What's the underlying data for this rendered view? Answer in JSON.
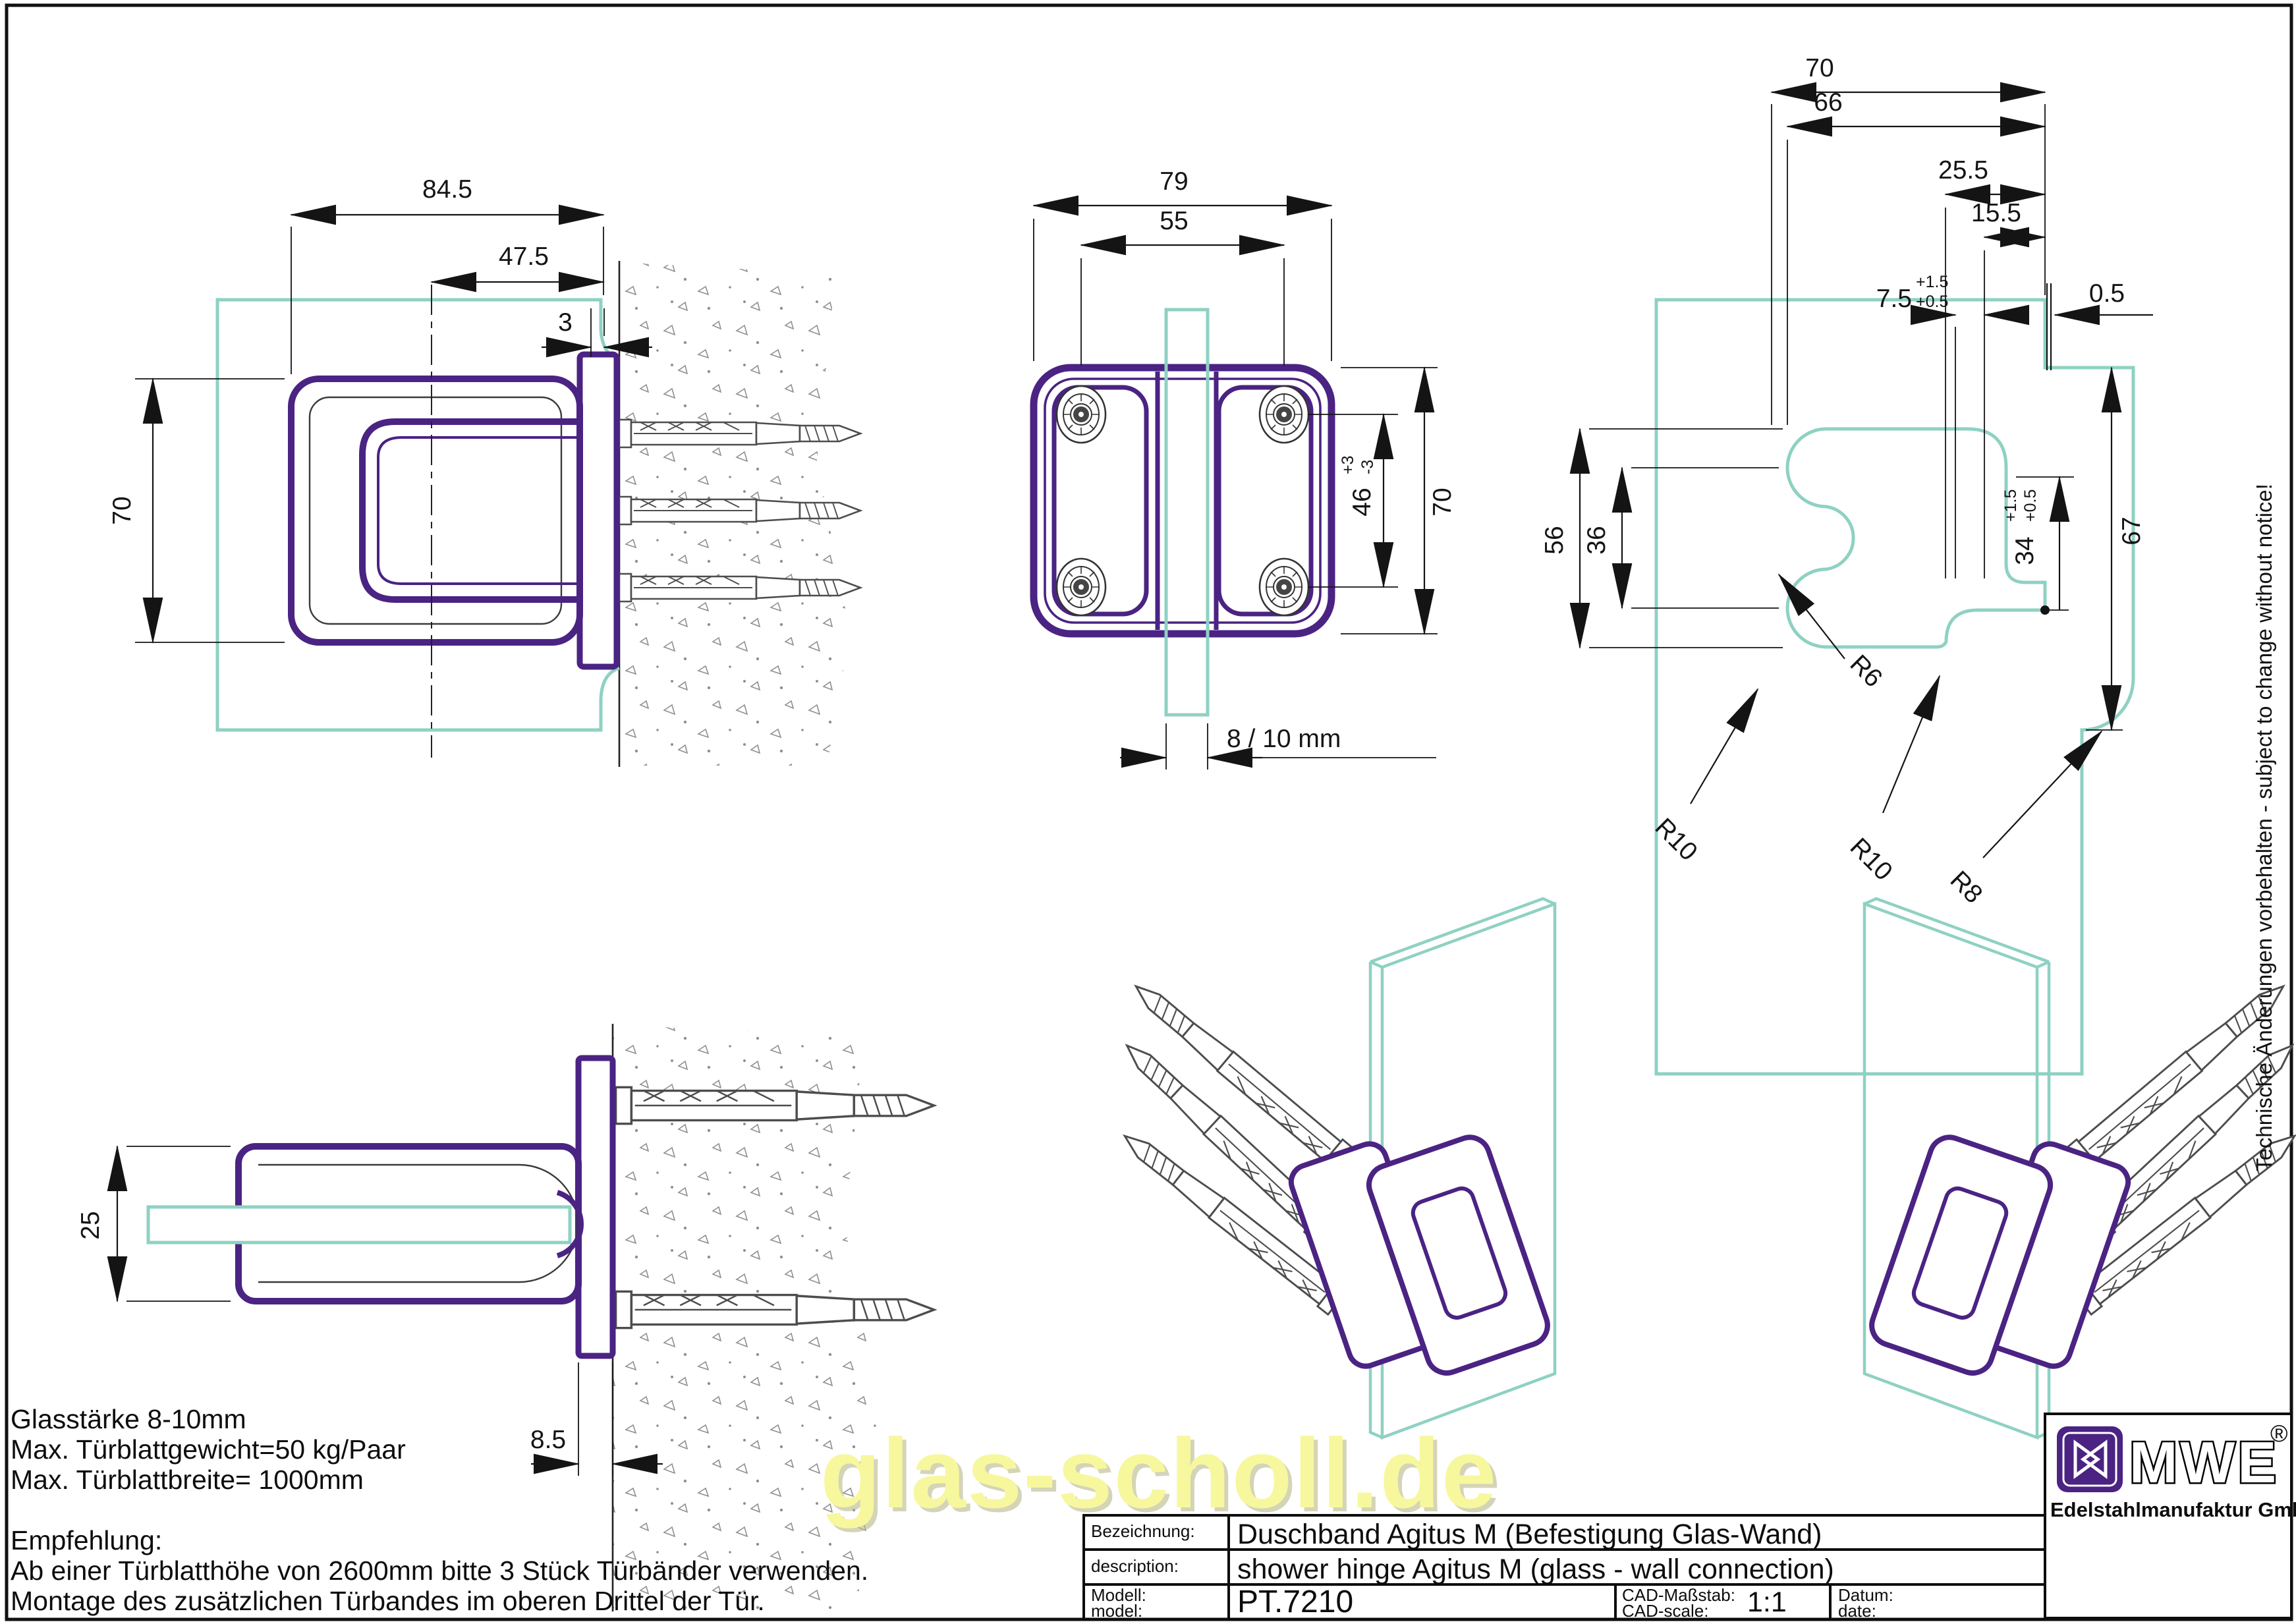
{
  "page": {
    "watermark": "glas-scholl.de",
    "notice": "Technische Änderungen vorbehalten - subject to change without notice!"
  },
  "notes": {
    "l1": "Glasstärke 8-10mm",
    "l2": "Max. Türblattgewicht=50 kg/Paar",
    "l3": "Max. Türblattbreite= 1000mm",
    "l4": "Empfehlung:",
    "l5": "Ab einer Türblatthöhe von 2600mm bitte 3 Stück Türbänder verwenden.",
    "l6": "Montage des zusätzlichen Türbandes im oberen Drittel der Tür."
  },
  "titleblock": {
    "bezeichnung_label": "Bezeichnung:",
    "bezeichnung": "Duschband Agitus M (Befestigung Glas-Wand)",
    "description_label": "description:",
    "description": "shower hinge Agitus M (glass - wall connection)",
    "modell_label": "Modell:",
    "model_label": "model:",
    "model": "PT.7210",
    "scale_label_de": "CAD-Maßstab:",
    "scale_label_en": "CAD-scale:",
    "scale": "1:1",
    "date_label_de": "Datum:",
    "date_label_en": "date:"
  },
  "logo": {
    "brand": "MWE",
    "registered": "®",
    "subtitle": "Edelstahlmanufaktur GmbH"
  },
  "top_view": {
    "d_width": "84.5",
    "d_axis": "47.5",
    "d_gap": "3",
    "d_height": "70"
  },
  "front_view": {
    "d_width": "79",
    "d_holes_h": "55",
    "d_height": "70",
    "d_holes_v": "46",
    "d_holes_v_tol_plus": "+3",
    "d_holes_v_tol_minus": "-3",
    "d_glass": "8 / 10 mm"
  },
  "template_view": {
    "d70": "70",
    "d66": "66",
    "d255": "25.5",
    "d155": "15.5",
    "d75": "7.5",
    "d75_tol_plus": "+1.5",
    "d75_tol_minus": "+0.5",
    "d05": "0.5",
    "d56": "56",
    "d36": "36",
    "d34": "34",
    "d34_tol_plus": "+1.5",
    "d34_tol_minus": "+0.5",
    "d67": "67",
    "r6": "R6",
    "r10_left": "R10",
    "r10_right": "R10",
    "r8": "R8"
  },
  "side_view": {
    "d_depth": "25",
    "d_plate": "8.5"
  }
}
